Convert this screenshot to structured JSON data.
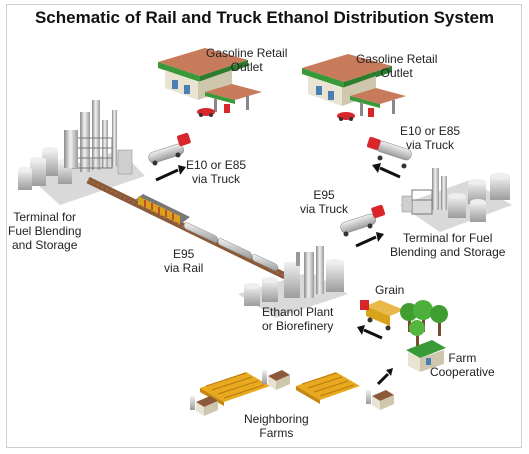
{
  "title": "Schematic of Rail and Truck Ethanol Distribution System",
  "labels": {
    "retail_left": [
      "Gasoline Retail",
      "Outlet"
    ],
    "retail_right": [
      "Gasoline Retail",
      "Outlet"
    ],
    "truck_left": [
      "E10 or E85",
      "via Truck"
    ],
    "truck_right": [
      "E10 or E85",
      "via Truck"
    ],
    "terminal_left": [
      "Terminal for",
      "Fuel Blending",
      "and Storage"
    ],
    "terminal_right": [
      "Terminal for Fuel",
      "Blending and Storage"
    ],
    "truck_e95": [
      "E95",
      "via Truck"
    ],
    "rail": [
      "E95",
      "via Rail"
    ],
    "plant": [
      "Ethanol Plant",
      "or Biorefinery"
    ],
    "grain": [
      "Grain"
    ],
    "coop": [
      "Farm",
      "Cooperative"
    ],
    "farms": [
      "Neighboring",
      "Farms"
    ]
  },
  "colors": {
    "station_roof": "#c87b5a",
    "station_trim": "#3a9a3a",
    "rail_car": "#d9a21b",
    "truck_cab": "#d8262b",
    "wheat": "#e8a91e",
    "tree": "#3f9e2f",
    "arrow": "#111111"
  },
  "icons": [
    "gas-station-icon",
    "tanker-truck-icon",
    "refinery-icon",
    "train-icon",
    "silo-icon",
    "tree-icon",
    "wheat-field-icon",
    "barn-icon",
    "arrow-icon"
  ]
}
